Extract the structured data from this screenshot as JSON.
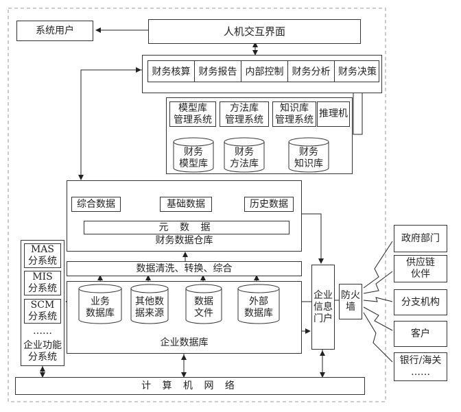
{
  "diagram": {
    "system_user": "系统用户",
    "hci": "人机交互界面",
    "modules": [
      "财务核算",
      "财务报告",
      "内部控制",
      "财务分析",
      "财务决策"
    ],
    "mgmt_systems": [
      {
        "line1": "模型库",
        "line2": "管理系统"
      },
      {
        "line1": "方法库",
        "line2": "管理系统"
      },
      {
        "line1": "知识库",
        "line2": "管理系统"
      }
    ],
    "inference_engine": "推理机",
    "fin_bases": [
      {
        "line1": "财务",
        "line2": "模型库"
      },
      {
        "line1": "财务",
        "line2": "方法库"
      },
      {
        "line1": "财务",
        "line2": "知识库"
      }
    ],
    "dw": {
      "summary": "综合数据",
      "basic": "基础数据",
      "history": "历史数据",
      "meta": "元  数  据",
      "title": "财务数据仓库"
    },
    "subsystems": [
      {
        "line1": "MAS",
        "line2": "分系统"
      },
      {
        "line1": "MIS",
        "line2": "分系统"
      },
      {
        "line1": "SCM",
        "line2": "分系统"
      }
    ],
    "subsystem_more": "……",
    "subsystem_enterprise": {
      "line1": "企业功能",
      "line2": "分系统"
    },
    "etl": "数据清洗、转换、综合",
    "sources": [
      {
        "line1": "业务",
        "line2": "数据库"
      },
      {
        "line1": "其他数",
        "line2": "据来源"
      },
      {
        "line1": "数据",
        "line2": "文件"
      },
      {
        "line1": "外部",
        "line2": "数据库"
      }
    ],
    "enterprise_db": "企业数据库",
    "portal": {
      "line1": "企业",
      "line2": "信息",
      "line3": "门户"
    },
    "firewall": {
      "line1": "防火",
      "line2": "墙"
    },
    "externals": [
      {
        "line1": "政府部门",
        "line2": ""
      },
      {
        "line1": "供应链",
        "line2": "伙伴"
      },
      {
        "line1": "分支机构",
        "line2": ""
      },
      {
        "line1": "客户",
        "line2": ""
      },
      {
        "line1": "银行/海关",
        "line2": "……"
      }
    ],
    "network": "计  算  机  网  络"
  }
}
